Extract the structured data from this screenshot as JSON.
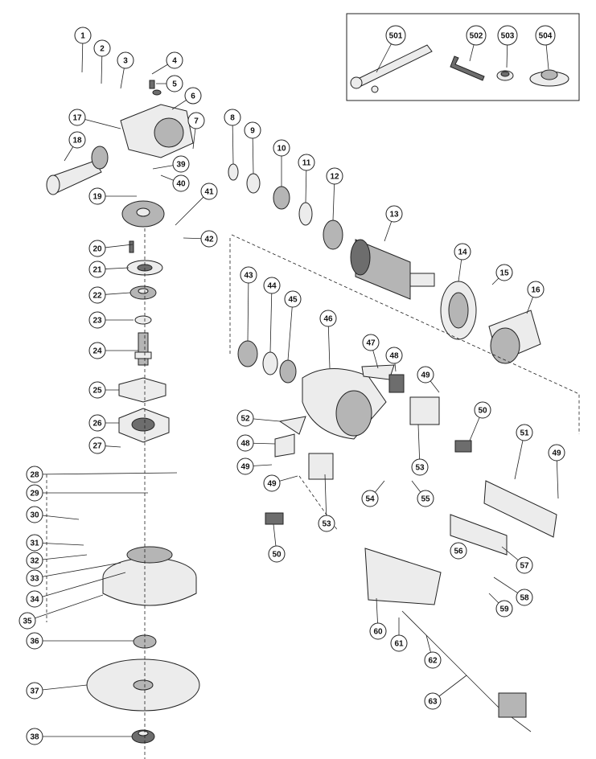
{
  "diagram": {
    "callouts": [
      "1",
      "2",
      "3",
      "4",
      "5",
      "6",
      "7",
      "8",
      "9",
      "10",
      "11",
      "12",
      "13",
      "14",
      "15",
      "16",
      "17",
      "18",
      "19",
      "20",
      "21",
      "22",
      "23",
      "24",
      "25",
      "26",
      "27",
      "28",
      "29",
      "30",
      "31",
      "32",
      "33",
      "34",
      "35",
      "36",
      "37",
      "38",
      "39",
      "40",
      "41",
      "42",
      "43",
      "44",
      "45",
      "46",
      "47",
      "48",
      "48",
      "49",
      "49",
      "49",
      "49",
      "50",
      "50",
      "51",
      "52",
      "53",
      "53",
      "54",
      "55",
      "56",
      "57",
      "58",
      "59",
      "60",
      "61",
      "62",
      "63",
      "501",
      "502",
      "503",
      "504"
    ]
  },
  "accessory_box": {
    "items": [
      "501",
      "502",
      "503",
      "504"
    ]
  }
}
